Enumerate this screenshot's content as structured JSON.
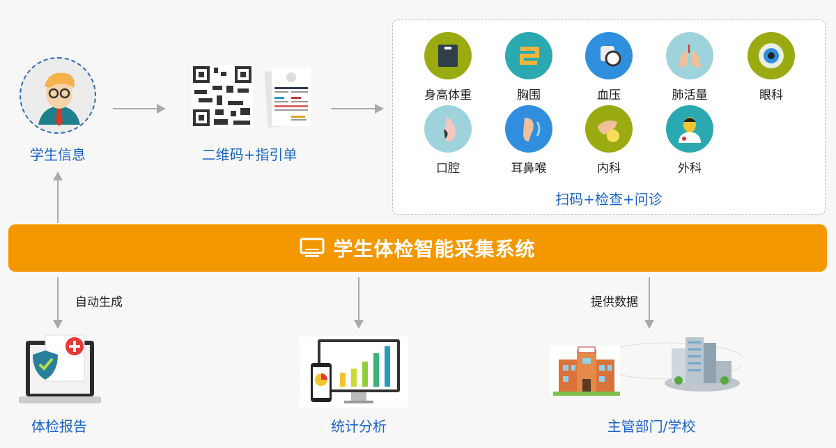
{
  "flow": {
    "student_info": "学生信息",
    "qr_guide": "二维码+指引单",
    "exam_caption": "扫码+检查+问诊"
  },
  "exam_items": [
    {
      "label": "身高体重",
      "icon": "scale-icon",
      "color": "#9aab12"
    },
    {
      "label": "胸围",
      "icon": "tape-measure-icon",
      "color": "#2aaab0"
    },
    {
      "label": "血压",
      "icon": "blood-pressure-icon",
      "color": "#2f8fde"
    },
    {
      "label": "肺活量",
      "icon": "lungs-icon",
      "color": "#9fd3dc"
    },
    {
      "label": "眼科",
      "icon": "eye-icon",
      "color": "#9aab12"
    },
    {
      "label": "口腔",
      "icon": "mouth-icon",
      "color": "#9fd3dc"
    },
    {
      "label": "耳鼻喉",
      "icon": "ear-icon",
      "color": "#2f8fde"
    },
    {
      "label": "内科",
      "icon": "liver-icon",
      "color": "#9aab12"
    },
    {
      "label": "外科",
      "icon": "doctor-icon",
      "color": "#2aaab0"
    }
  ],
  "system_bar": {
    "title": "学生体检智能采集系统",
    "color": "#f39800"
  },
  "outputs": {
    "auto_generate": "自动生成",
    "provide_data": "提供数据",
    "report": "体检报告",
    "analysis": "统计分析",
    "authority": "主管部门/学校"
  }
}
